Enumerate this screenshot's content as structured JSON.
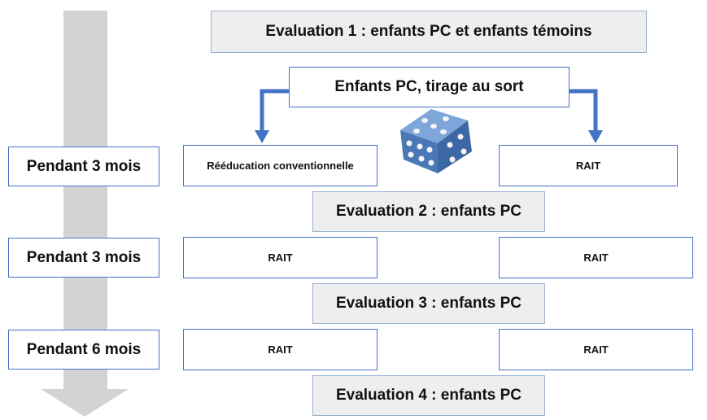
{
  "timeline": {
    "period_1": "Pendant 3 mois",
    "period_2": "Pendant 3 mois",
    "period_3": "Pendant 6 mois"
  },
  "evaluations": {
    "eval_1": "Evaluation 1 : enfants PC et enfants témoins",
    "eval_2": "Evaluation 2 : enfants PC",
    "eval_3": "Evaluation 3 : enfants PC",
    "eval_4": "Evaluation 4 : enfants PC"
  },
  "randomization": {
    "label": "Enfants PC, tirage au sort",
    "icon": "dice-icon"
  },
  "arms": {
    "left": [
      "Rééducation conventionnelle",
      "RAIT",
      "RAIT"
    ],
    "right": [
      "RAIT",
      "RAIT",
      "RAIT"
    ]
  },
  "colors": {
    "arrow_blue": "#4472c4",
    "timeline_gray": "#d3d3d3",
    "eval_fill": "#eeeeee",
    "dice_blue": "#4a78b6"
  }
}
